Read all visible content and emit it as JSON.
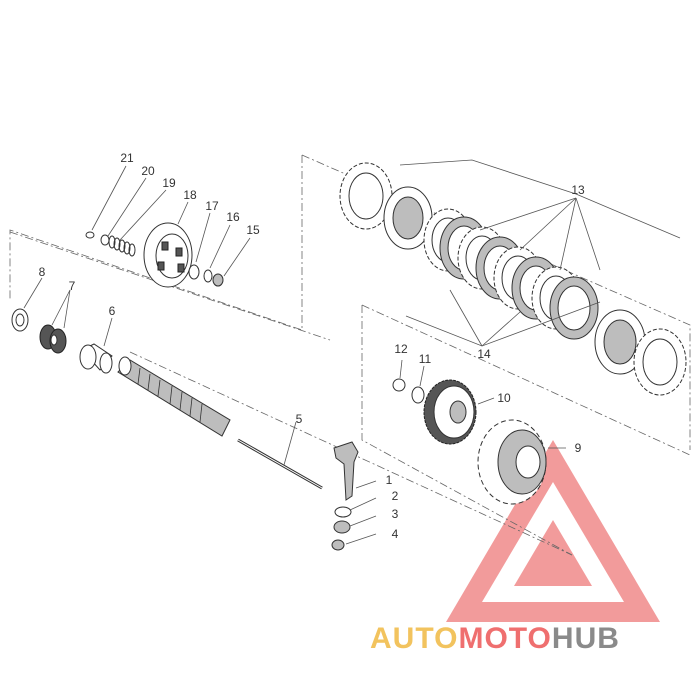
{
  "diagram": {
    "callouts": [
      "1",
      "2",
      "3",
      "4",
      "5",
      "6",
      "7",
      "8",
      "9",
      "10",
      "11",
      "12",
      "13",
      "14",
      "15",
      "16",
      "17",
      "18",
      "19",
      "20",
      "21"
    ]
  },
  "watermark": {
    "part1": "AUTO",
    "part2": "MOTO",
    "part3": "HUB",
    "colors": {
      "triangle": "#f08a8a",
      "auto": "#f2c35e",
      "moto": "#ef6f6f",
      "hub": "#8a8a8a"
    }
  }
}
